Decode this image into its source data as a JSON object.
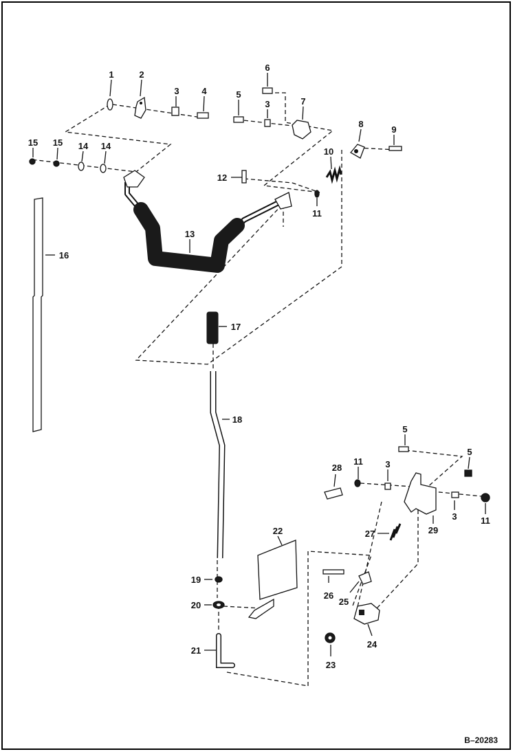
{
  "drawing_ref": "B–20283",
  "callouts": [
    "1",
    "2",
    "3",
    "4",
    "5",
    "6",
    "3",
    "7",
    "8",
    "9",
    "15",
    "15",
    "14",
    "14",
    "10",
    "12",
    "11",
    "16",
    "13",
    "17",
    "18",
    "5",
    "5",
    "11",
    "3",
    "28",
    "29",
    "3",
    "11",
    "27",
    "22",
    "19",
    "26",
    "25",
    "20",
    "24",
    "21",
    "23"
  ]
}
